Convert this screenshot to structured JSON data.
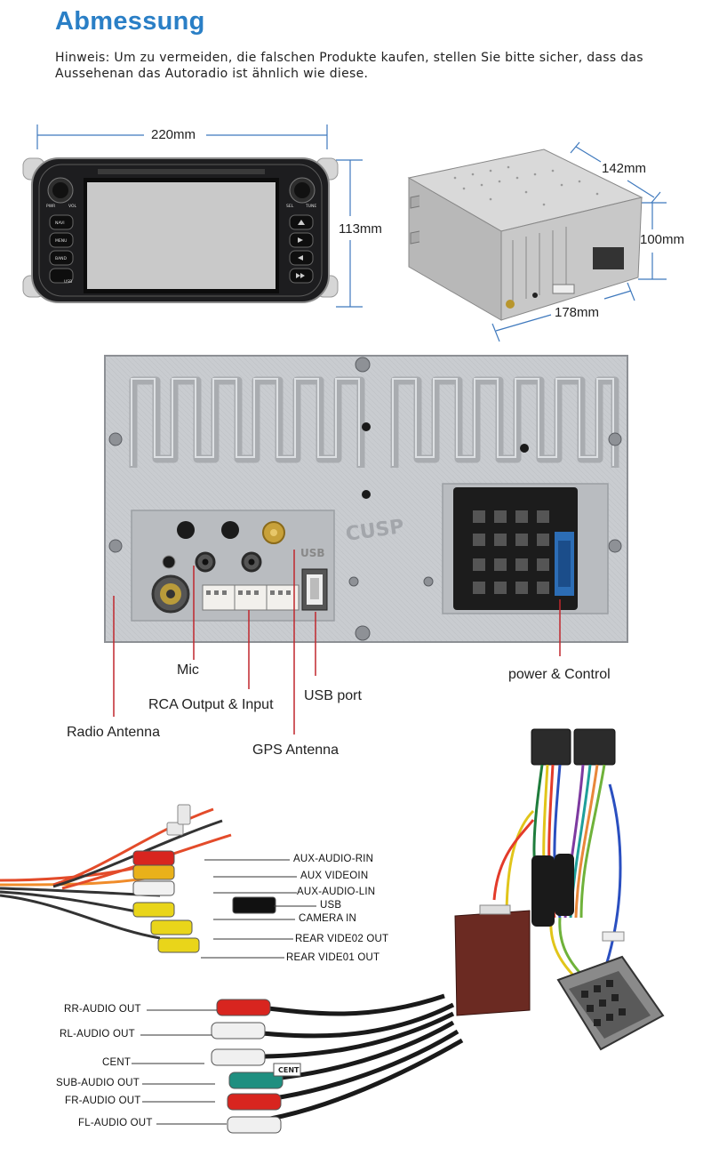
{
  "heading": "Abmessung",
  "hint": "Hinweis: Um zu vermeiden, die falschen Produkte kaufen, stellen Sie bitte sicher, dass das Aussehenan das Autoradio ist ähnlich wie diese.",
  "front_dims": {
    "width": "220mm",
    "height": "113mm"
  },
  "box_dims": {
    "depth": "142mm",
    "height": "100mm",
    "width": "178mm"
  },
  "radio_buttons": {
    "pwr": "PWR",
    "vol": "VOL",
    "navi": "NAVI",
    "menu": "MENU",
    "band": "BAND",
    "sel": "SEL",
    "tune": "TUNE",
    "usb": "USB"
  },
  "rear_panel": {
    "brand": "CUSP",
    "usb_marking": "USB"
  },
  "rear_callouts": {
    "mic": "Mic",
    "rca": "RCA Output & Input",
    "usb_port": "USB port",
    "radio_antenna": "Radio Antenna",
    "gps_antenna": "GPS Antenna",
    "power": "power & Control"
  },
  "upper_harness_labels": [
    "AUX-AUDIO-RIN",
    "AUX VIDEOIN",
    "AUX-AUDIO-LIN",
    "USB",
    "CAMERA IN",
    "REAR VIDE02 OUT",
    "REAR VIDE01 OUT"
  ],
  "lower_harness_labels": [
    "RR-AUDIO OUT",
    "RL-AUDIO OUT",
    "CENT",
    "SUB-AUDIO OUT",
    "FR-AUDIO OUT",
    "FL-AUDIO OUT"
  ],
  "cent_tag": "CENT",
  "colors": {
    "heading": "#2a7fc6",
    "callout_line": "#c0272d",
    "dim_line": "#3f79bd"
  }
}
